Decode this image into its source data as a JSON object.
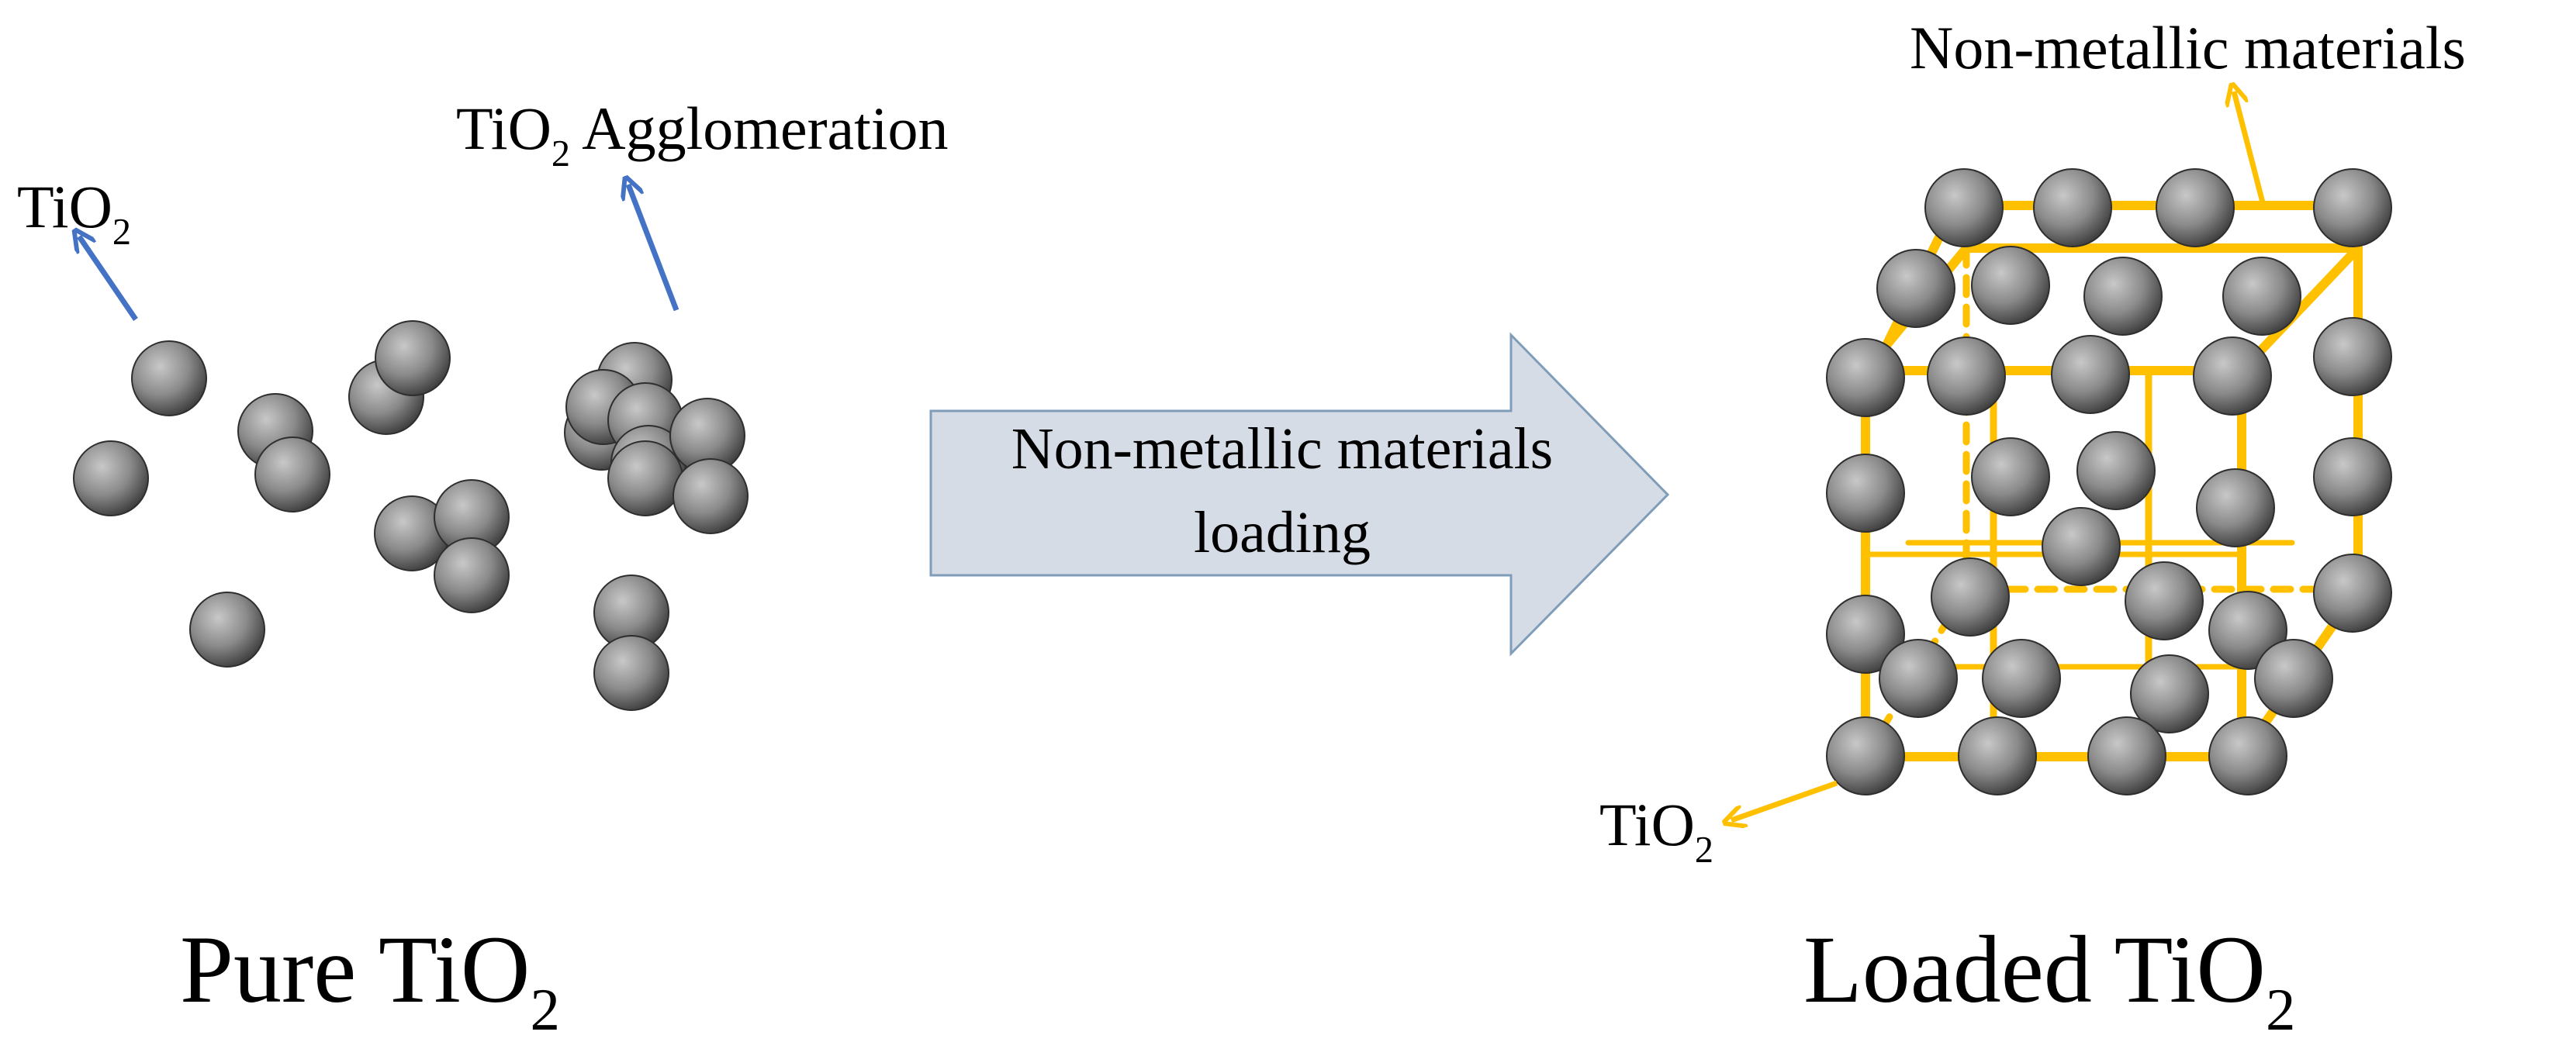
{
  "diagram": {
    "left_panel": {
      "caption": {
        "main": "Pure TiO",
        "sub": "2"
      },
      "label_tio2": {
        "main": "TiO",
        "sub": "2"
      },
      "label_agglomeration": {
        "main": "TiO",
        "sub": "2",
        "rest": " Agglomeration"
      }
    },
    "arrow": {
      "line1": "Non-metallic materials",
      "line2": "loading"
    },
    "right_panel": {
      "caption": {
        "main": "Loaded TiO",
        "sub": "2"
      },
      "label_non_metallic": "Non-metallic materials",
      "label_tio2": {
        "main": "TiO",
        "sub": "2"
      }
    }
  },
  "colors": {
    "pointer_blue": "#4472C4",
    "frame_orange": "#FFC000",
    "arrow_fill": "#D6DCE5",
    "arrow_stroke": "#7F9DB9",
    "sphere_light": "#C8C8C8",
    "sphere_mid": "#8A8A8A",
    "sphere_dark": "#3C3C3C"
  },
  "icons": {
    "particle": "tio2-sphere",
    "pointer": "pointer-arrow",
    "process": "right-block-arrow"
  }
}
